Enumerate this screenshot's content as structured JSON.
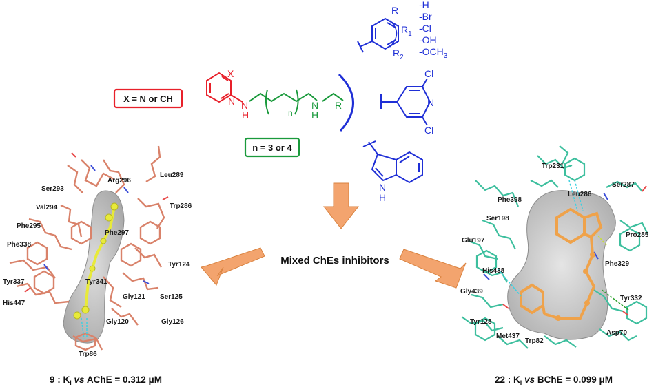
{
  "scheme": {
    "x_box": "X = N or CH",
    "n_box": "n = 3 or 4",
    "atom_x": "X",
    "atom_n": "N",
    "atom_nh": "N",
    "atom_h": "H",
    "atom_n_label": "n",
    "atom_r": "R",
    "center_label": "Mixed ChEs inhibitors",
    "phenyl": {
      "r": "R",
      "r1": "R",
      "r1_sub": "1",
      "r2": "R",
      "r2_sub": "2"
    },
    "substituents": [
      "-H",
      "-Br",
      "-Cl",
      "-OH",
      "-OCH"
    ],
    "och3_sub": "3",
    "pyridine": {
      "cl_top": "Cl",
      "cl_bottom": "Cl",
      "n": "N"
    },
    "indole": {
      "n": "N",
      "h": "H"
    }
  },
  "left_panel": {
    "residues": [
      "Leu289",
      "Ser293",
      "Arg296",
      "Val294",
      "Trp286",
      "Phe295",
      "Phe297",
      "Phe338",
      "Tyr124",
      "Tyr337",
      "Tyr341",
      "Gly121",
      "Ser125",
      "His447",
      "Gly120",
      "Gly126",
      "Trp86"
    ],
    "caption_num": "9",
    "caption_k": "K",
    "caption_ksub": "i",
    "caption_vs": "vs",
    "caption_rest": "AChE = 0.312 μM"
  },
  "right_panel": {
    "residues": [
      "Trp231",
      "Leu286",
      "Ser287",
      "Phe398",
      "Ser198",
      "Glu197",
      "Pro285",
      "His438",
      "Phe329",
      "Gly439",
      "Tyr332",
      "Tyr128",
      "Met437",
      "Trp82",
      "Asp70"
    ],
    "caption_num": "22",
    "caption_k": "K",
    "caption_ksub": "i",
    "caption_vs": "vs",
    "caption_rest": "BChE = 0.099 μM"
  },
  "colors": {
    "red": "#e8202a",
    "green": "#1a9a3c",
    "blue": "#1f2fd6",
    "arrow": "#f3a46e",
    "arrow_edge": "#d9823f",
    "salmon": "#d9826a",
    "teal": "#3dbf9e",
    "ligand_yellow": "#e8ea3a",
    "ligand_orange": "#efa24a"
  }
}
